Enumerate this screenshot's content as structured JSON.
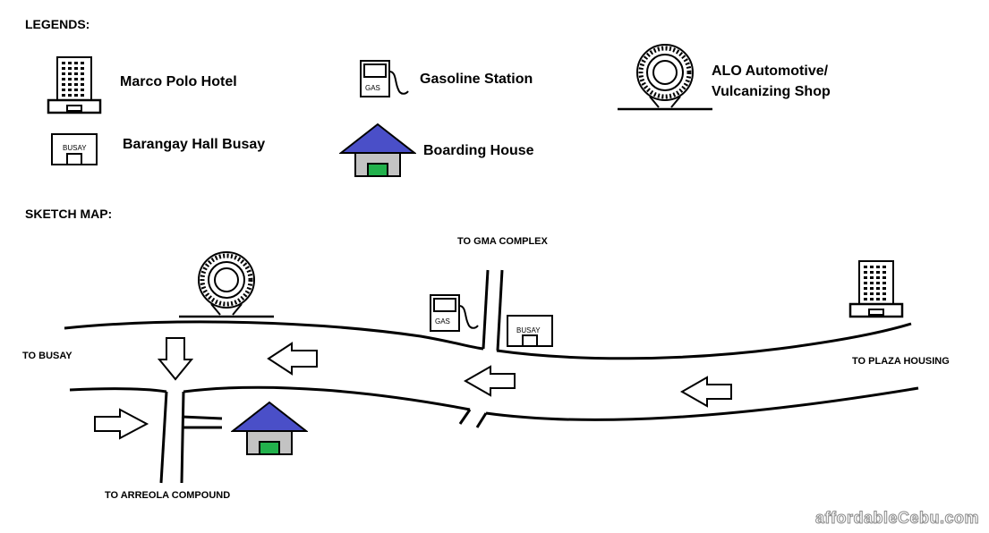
{
  "headings": {
    "legends": "LEGENDS:",
    "sketch_map": "SKETCH MAP:"
  },
  "legend": {
    "hotel": "Marco Polo Hotel",
    "gas": "Gasoline Station",
    "shop_line1": "ALO Automotive/",
    "shop_line2": "Vulcanizing Shop",
    "hall": "Barangay Hall Busay",
    "boarding": "Boarding House"
  },
  "icon_text": {
    "gas": "GAS",
    "busay": "BUSAY"
  },
  "map_labels": {
    "gma": "TO GMA COMPLEX",
    "busay": "TO BUSAY",
    "plaza": "TO PLAZA HOUSING",
    "arreola": "TO ARREOLA COMPOUND"
  },
  "watermark": "affordableCebu.com",
  "colors": {
    "roof": "#4a4fc8",
    "wall": "#c3c3c3",
    "door": "#22b14c",
    "line": "#000000",
    "background": "#ffffff"
  }
}
